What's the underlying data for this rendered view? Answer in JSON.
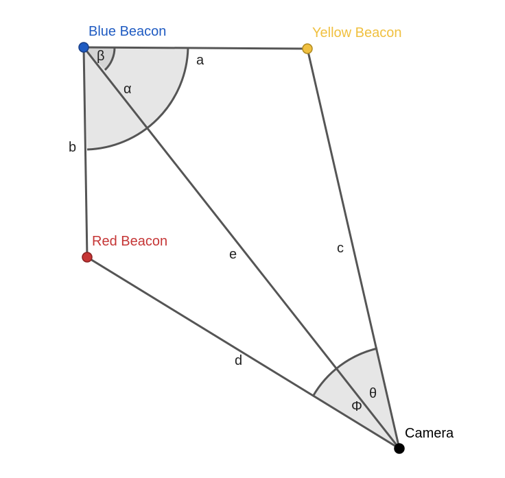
{
  "points": {
    "blue": {
      "label": "Blue Beacon",
      "color": "#1f5bc2"
    },
    "yellow": {
      "label": "Yellow Beacon",
      "color": "#f0c040"
    },
    "red": {
      "label": "Red Beacon",
      "color": "#c53535"
    },
    "camera": {
      "label": "Camera",
      "color": "#000000"
    }
  },
  "segments": {
    "a": "a",
    "b": "b",
    "c": "c",
    "d": "d",
    "e": "e"
  },
  "angles": {
    "beta": "β",
    "alpha": "α",
    "phi": "Φ",
    "theta": "θ"
  },
  "colors": {
    "line": "#555555",
    "angle_fill": "#e6e6e6",
    "angle_stroke": "#555555"
  }
}
